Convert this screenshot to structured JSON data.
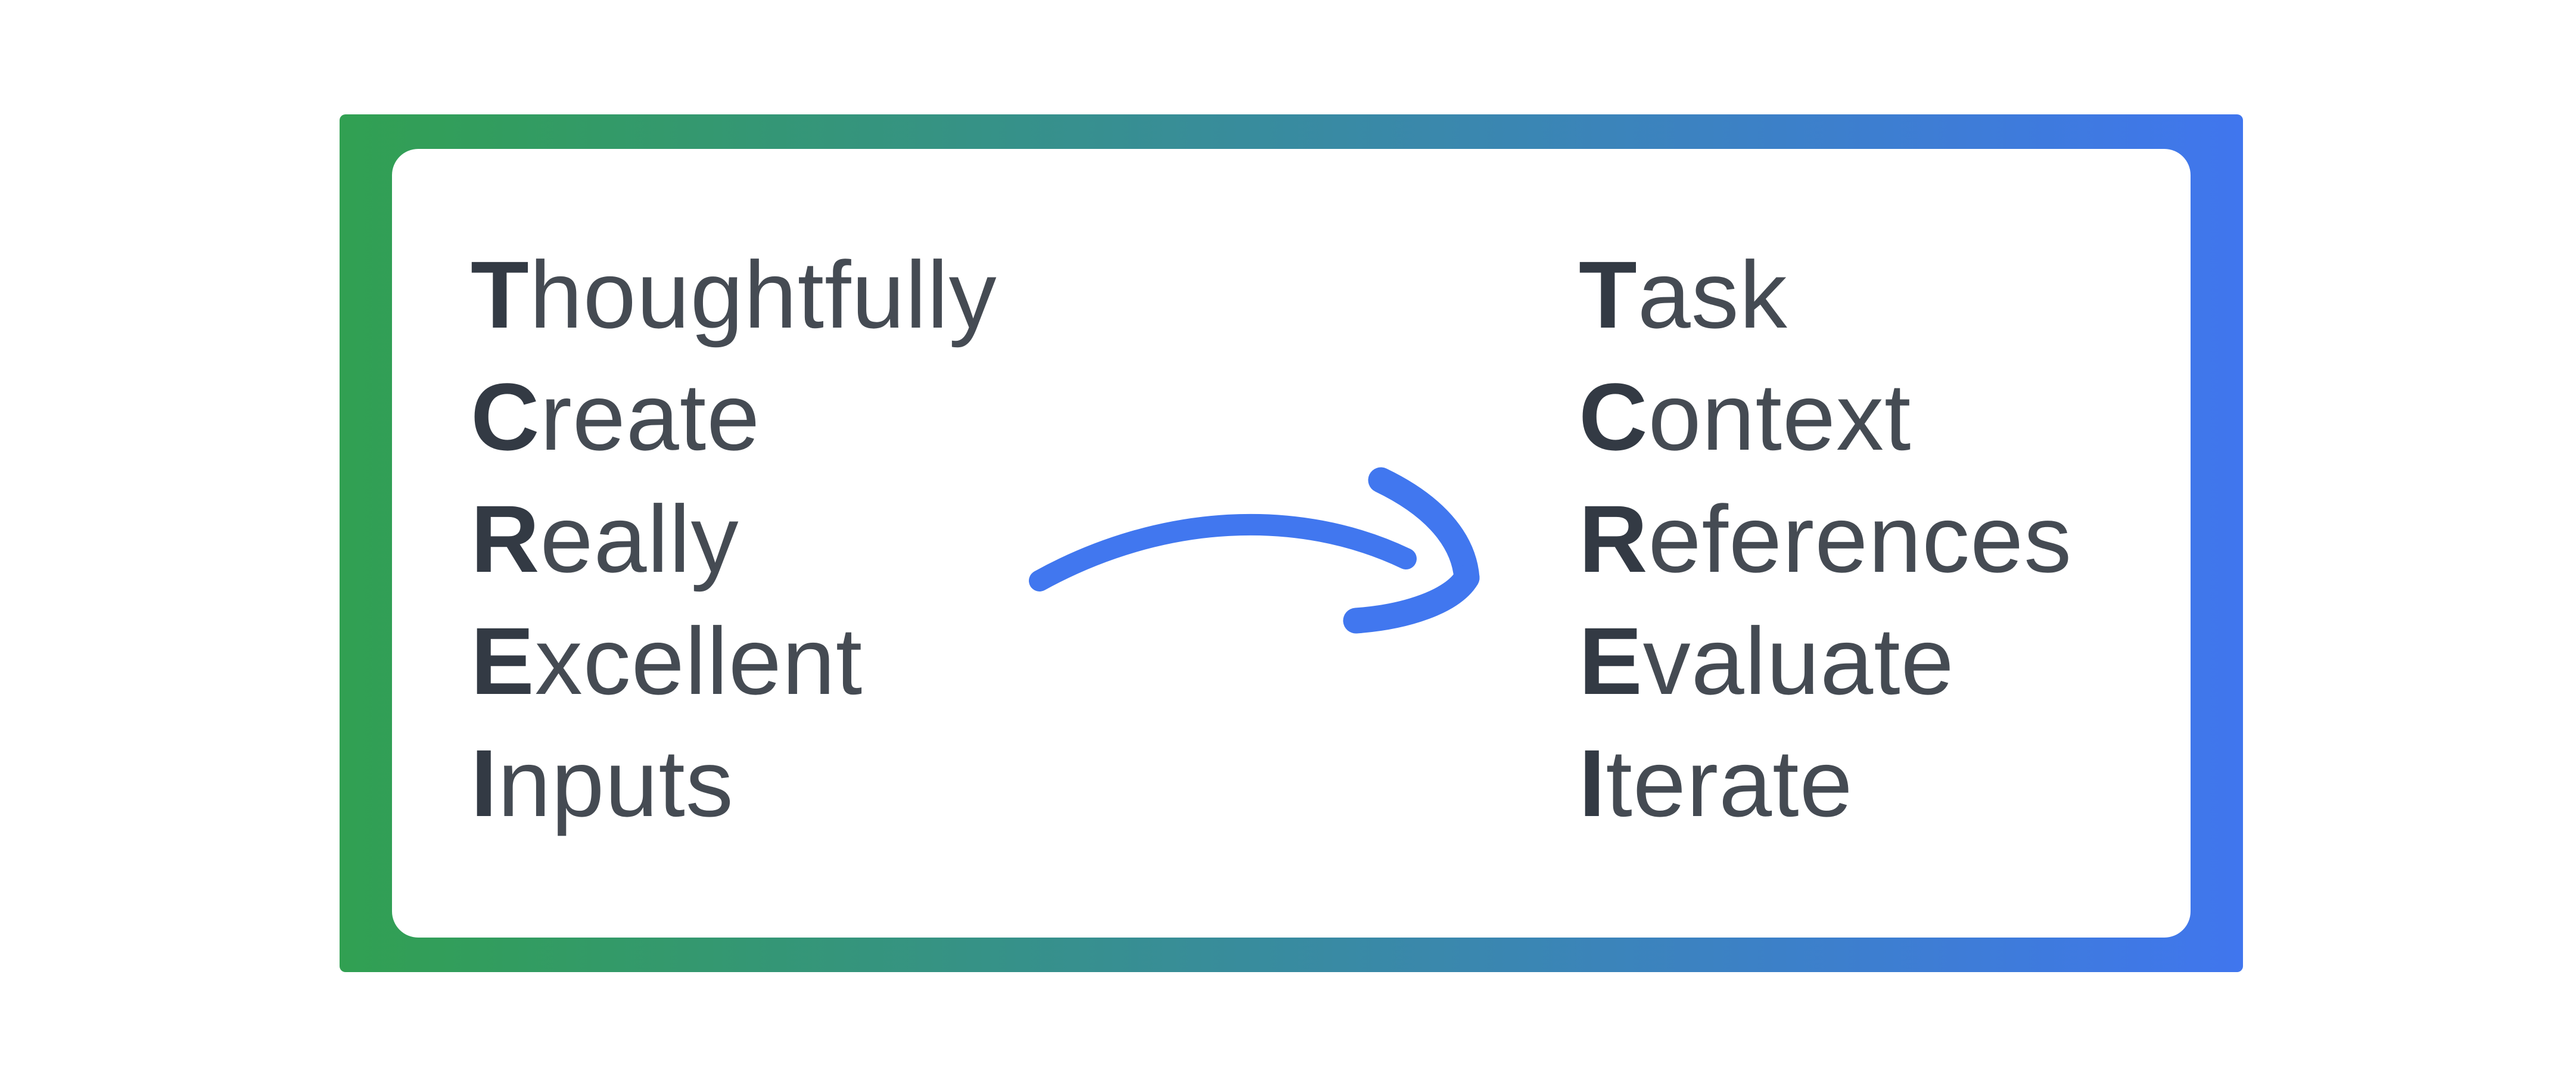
{
  "card": {
    "left_list": [
      "Thoughtfully",
      "Create",
      "Really",
      "Excellent",
      "Inputs"
    ],
    "right_list": [
      "Task",
      "Context",
      "References",
      "Evaluate",
      "Iterate"
    ],
    "arrow_icon": "curved-right-arrow",
    "colors": {
      "frame_gradient_start": "#31a052",
      "frame_gradient_end": "#4076ee",
      "arrow": "#4177ef",
      "text": "#454b53",
      "text_first_letter": "#333a44",
      "panel_background": "#ffffff",
      "page_background": "#ffffff"
    }
  }
}
